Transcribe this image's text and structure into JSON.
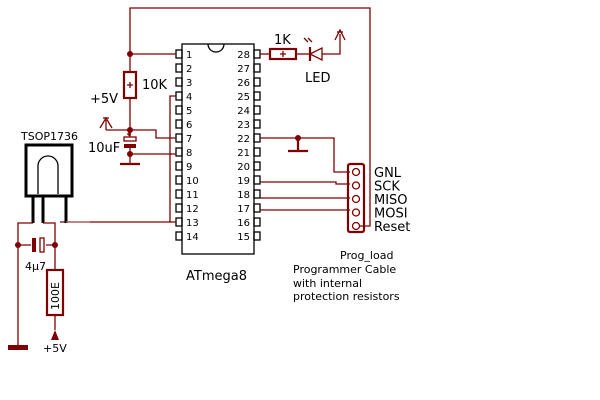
{
  "ic": {
    "name": "ATmega8",
    "left_pins": [
      "1",
      "2",
      "3",
      "4",
      "5",
      "6",
      "7",
      "8",
      "9",
      "10",
      "11",
      "12",
      "13",
      "14"
    ],
    "right_pins": [
      "28",
      "27",
      "26",
      "25",
      "24",
      "23",
      "22",
      "21",
      "20",
      "19",
      "18",
      "17",
      "16",
      "15"
    ]
  },
  "components": {
    "r_pullup": "10K",
    "r_led": "1K",
    "led": "LED",
    "cap_reset": "10uF",
    "supply": "+5V",
    "ir_sensor": "TSOP1736",
    "cap_filter": "4µ7",
    "r_filter": "100E",
    "supply_bottom": "+5V"
  },
  "connector": {
    "name": "Prog_load",
    "pins": [
      "GNL",
      "SCK",
      "MISO",
      "MOSI",
      "Reset"
    ],
    "note_lines": [
      "Programmer Cable",
      "with internal",
      "protection resistors"
    ]
  },
  "colors": {
    "wire": "#800000",
    "component": "#000000"
  }
}
